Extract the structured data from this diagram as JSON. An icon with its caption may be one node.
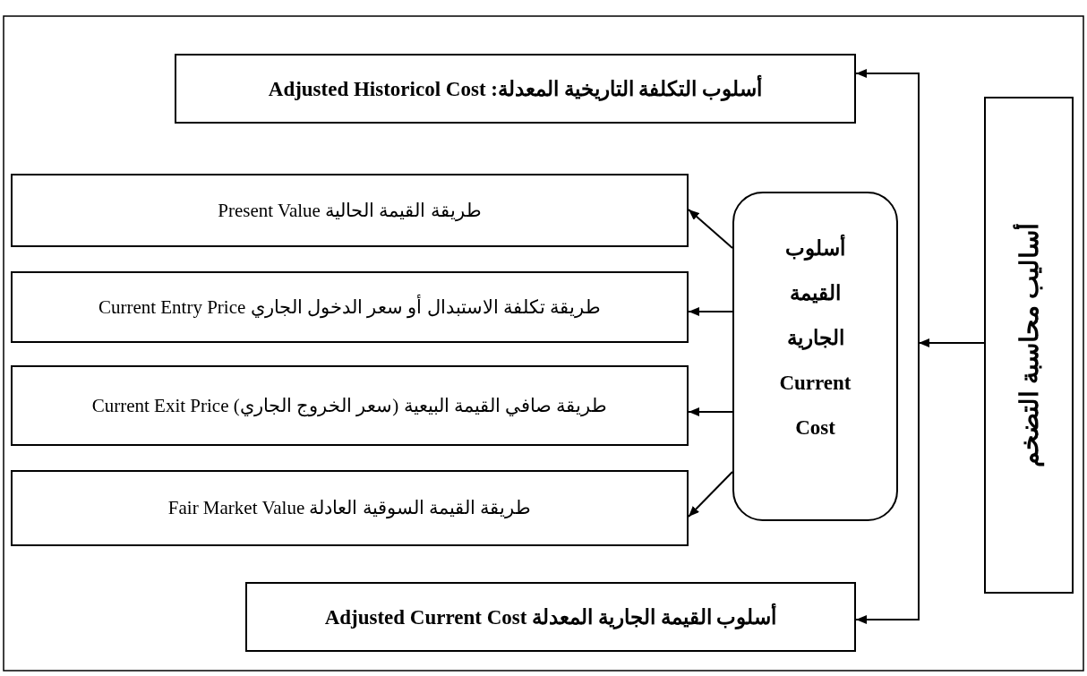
{
  "diagram": {
    "nodes": [
      {
        "text": [
          "أسلوب التكلفة التاريخية المعدلة: Adjusted Historicol Cost"
        ]
      },
      {
        "text": [
          "طريقة القيمة الحالية Present Value"
        ]
      },
      {
        "text": [
          "طريقة تكلفة الاستبدال أو سعر الدخول الجاري Current Entry Price"
        ]
      },
      {
        "text": [
          "طريقة صافي القيمة البيعية (سعر الخروج الجاري) Current Exit Price"
        ]
      },
      {
        "text": [
          "طريقة القيمة السوقية العادلة Fair Market Value"
        ]
      },
      {
        "text": [
          "أسلوب القيمة الجارية Current Cost"
        ]
      },
      {
        "text": [
          "أساليب محاسبة التضخم"
        ]
      },
      {
        "text": [
          "أسلوب القيمة الجارية المعدلة Adjusted Current Cost"
        ]
      }
    ],
    "edges": [
      {
        "from": 5,
        "to": 1,
        "arrow": "to"
      },
      {
        "from": 5,
        "to": 2,
        "arrow": "to"
      },
      {
        "from": 5,
        "to": 3,
        "arrow": "to"
      },
      {
        "from": 5,
        "to": 4,
        "arrow": "to"
      },
      {
        "from": 6,
        "to": 0,
        "arrow": "to"
      },
      {
        "from": 6,
        "to": 5,
        "arrow": "to"
      },
      {
        "from": 6,
        "to": 7,
        "arrow": "to"
      }
    ]
  }
}
